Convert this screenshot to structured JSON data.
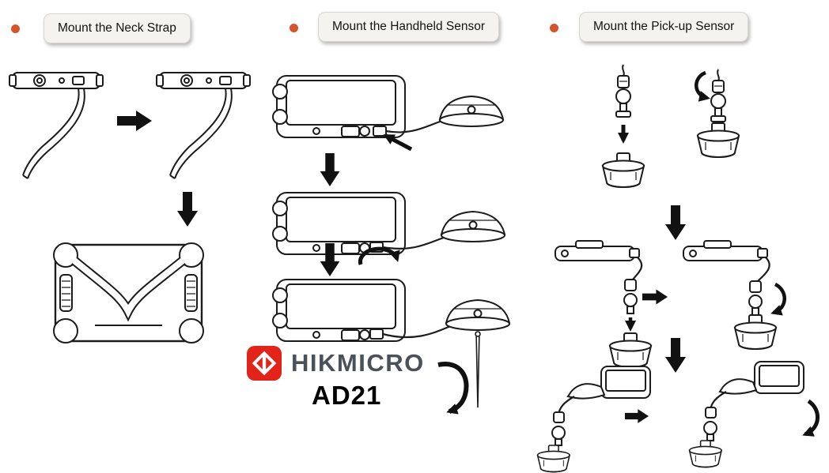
{
  "sections": [
    {
      "label": "Mount the Neck Strap",
      "illustrations": [
        "top-rail-with-strap-loose",
        "top-rail-with-strap-attached",
        "device-front-strap-mounted"
      ]
    },
    {
      "label": "Mount the Handheld Sensor",
      "illustrations": [
        "plug-sensor-cable-into-device",
        "tighten-sensor-connector",
        "sensor-with-test-needle"
      ]
    },
    {
      "label": "Mount the Pick-up Sensor",
      "illustrations": [
        "connector-above-pickup-base",
        "screw-connector-onto-base",
        "device-cable-to-pickup",
        "device-screw-pickup",
        "assembled-pickup-left",
        "assembled-pickup-right"
      ]
    }
  ],
  "brand": {
    "name": "HIKMICRO",
    "model": "AD21"
  },
  "colors": {
    "bullet_orange": "#d4552c",
    "logo_red": "#e2231a",
    "brand_text_gray": "#4a5158",
    "line_black": "#1c1c1c",
    "header_bg": "#f5f3f0"
  }
}
